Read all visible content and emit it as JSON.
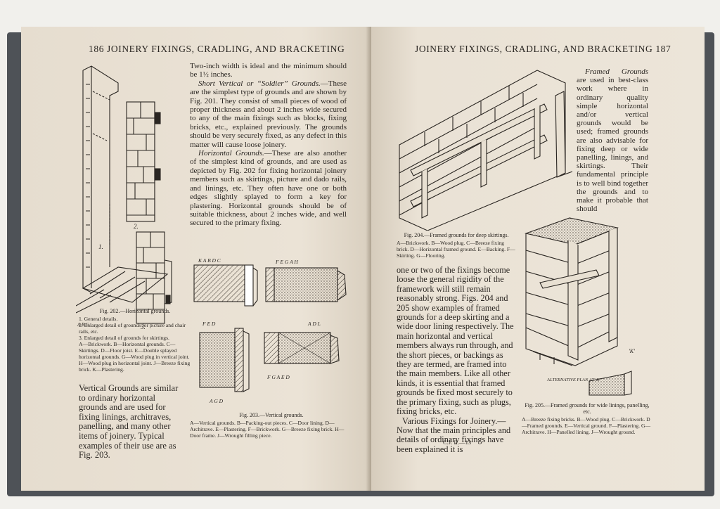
{
  "left_page": {
    "header": "186 JOINERY FIXINGS, CRADLING, AND BRACKETING",
    "p1": "Two-inch width is ideal and the minimum should be 1½ inches.",
    "p2_head": "Short Vertical or “Soldier” Grounds.",
    "p2": "—These are the simplest type of grounds and are shown by Fig. 201. They consist of small pieces of wood of proper thickness and about 2 inches wide secured to any of the main fixings such as blocks, fixing bricks, etc., explained previously. The grounds should be very securely fixed, as any defect in this matter will cause loose joinery.",
    "p3_head": "Horizontal Grounds.",
    "p3": "—These are also another of the simplest kind of grounds, and are used as depicted by Fig. 202 for fixing horizontal joinery members such as skirtings, picture and dado rails, and linings, etc. They often have one or both edges slightly splayed to form a key for plastering. Horizontal grounds should be of suitable thickness, about 2 inches wide, and well secured to the primary fixing.",
    "fig202_caption": {
      "title": "Fig. 202.—Horizontal grounds.",
      "lines": [
        "1. General details.",
        "2. Enlarged detail of grounds for picture and chair rails, etc.",
        "3. Enlarged detail of grounds for skirtings.",
        "A—Brickwork. B—Horizontal grounds. C—Skirtings. D—Floor joist. E—Double splayed horizontal grounds. G—Wood plug in vertical joint. H—Wood plug in horizontal joint. J—Breeze fixing brick. K—Plastering."
      ]
    },
    "vertical_head": "Vertical Grounds",
    "vertical": " are similar to ordinary horizontal grounds and are used for fixing linings, architraves, panelling, and many other items of joinery. Typical examples of their use are as Fig. 203.",
    "fig203_caption": {
      "title": "Fig. 203.—Vertical grounds.",
      "text": "A—Vertical grounds. B—Packing-out pieces. C—Door lining. D—Architrave. E—Plastering. F—Brickwork. G—Breeze fixing brick. H—Door frame. J—Wrought filling piece."
    },
    "fig202_labels": {
      "n2": "2.",
      "n1": "1.",
      "n3": "3.",
      "abc": "A B C"
    },
    "fig203_labels": {
      "top": "K A B D C",
      "top2": "F E G A H",
      "bot": "A G D",
      "bot2": "F G A E D",
      "side": "F E D",
      "side2": "A D L"
    }
  },
  "right_page": {
    "header": "JOINERY FIXINGS, CRADLING, AND BRACKETING 187",
    "framed_head": "Framed Grounds",
    "framed": "are used in best-class work where in ordinary quality simple horizontal and/or vertical grounds would be used; framed grounds are also advisable for fixing deep or wide panelling, linings, and skirtings. Their fundamental principle is to well bind together the grounds and to make it probable that should",
    "fig204_caption": {
      "title": "Fig. 204.—Framed grounds for deep skirtings.",
      "text": "A—Brickwork. B—Wood plug. C—Breeze fixing brick. D—Horizontal framed ground. E—Backing. F—Skirting. G—Flooring."
    },
    "middle": "one or two of the fixings become loose the general rigidity of the framework will still remain reasonably strong. Figs. 204 and 205 show examples of framed grounds for a deep skirting and a wide door lining respectively. The main horizontal and vertical members always run through, and the short pieces, or backings as they are termed, are framed into the main members. Like all other kinds, it is essential that framed grounds be fixed most securely to the primary fixing, such as plugs, fixing bricks, etc.",
    "various_head": "Various Fixings for Joinery.",
    "various": "—Now that the main principles and details of ordinary fixings have been explained it is",
    "fig205_caption": {
      "title": "Fig. 205.—Framed grounds for wide linings, panelling, etc.",
      "text": "A—Breeze fixing bricks. B—Wood plug. C—Brickwork. D—Framed grounds. E—Vertical ground. F—Plastering. G—Architrave. H—Panelled lining. J—Wrought ground."
    },
    "fig205_labels": {
      "alt": "ALTERNATIVE PLAN AT 'K'",
      "k": "'K'"
    },
    "signature": "C.J. II.—13"
  }
}
